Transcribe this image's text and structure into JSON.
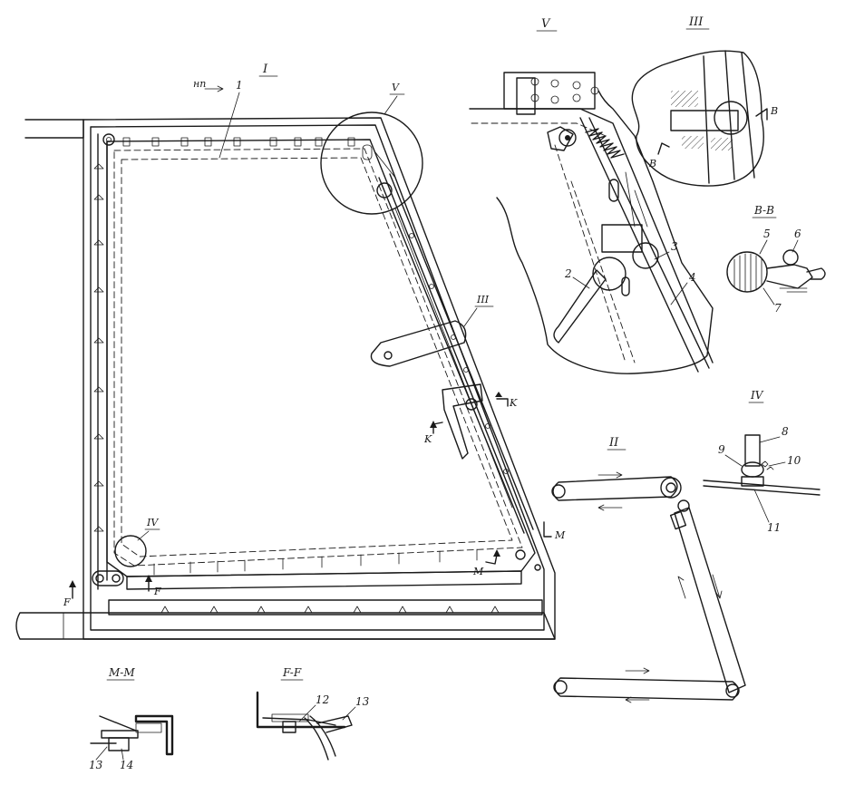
{
  "views": {
    "main": "I",
    "linkage": "II",
    "detail_III": "III",
    "detail_IV": "IV",
    "detail_V": "V",
    "section_BB": "B-B",
    "section_MM": "M-M",
    "section_FF": "F-F"
  },
  "direction_label": "нп",
  "callouts": {
    "c1": "1",
    "c2": "2",
    "c3": "3",
    "c4": "4",
    "c5": "5",
    "c6": "6",
    "c7": "7",
    "c8": "8",
    "c9": "9",
    "c10": "10",
    "c11": "11",
    "c12": "12",
    "c13": "13",
    "c14": "14"
  },
  "detail_refs": {
    "ref_III": "III",
    "ref_IV": "IV",
    "ref_V": "V"
  },
  "section_marks": {
    "K": "K",
    "M": "M",
    "F": "F",
    "B": "B"
  },
  "colors": {
    "ink": "#1a1a1a",
    "paper": "#ffffff",
    "shade": "#d9d9d9"
  }
}
